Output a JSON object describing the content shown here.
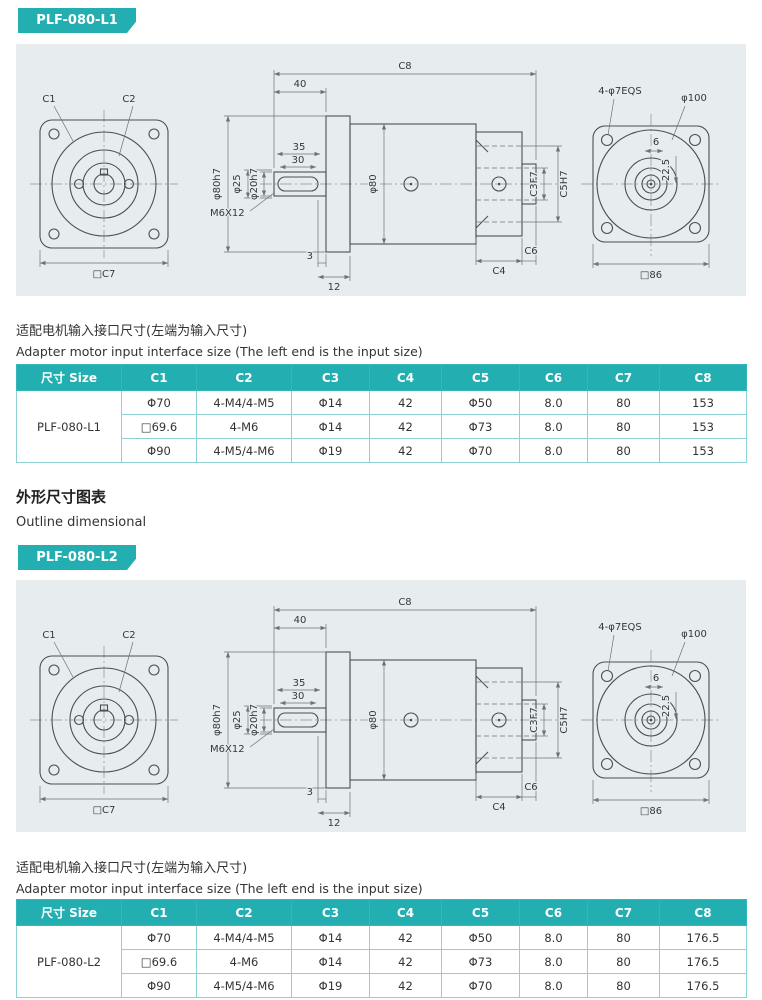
{
  "models": {
    "l1": "PLF-080-L1",
    "l2": "PLF-080-L2"
  },
  "captions": {
    "adapter_zh": "适配电机输入接口尺寸(左端为输入尺寸)",
    "adapter_en": "Adapter motor input interface size (The left end is the input size)"
  },
  "section": {
    "outline_zh": "外形尺寸图表",
    "outline_en": "Outline dimensional"
  },
  "table_headers": [
    "尺寸 Size",
    "C1",
    "C2",
    "C3",
    "C4",
    "C5",
    "C6",
    "C7",
    "C8"
  ],
  "table1": {
    "model": "PLF-080-L1",
    "rows": [
      [
        "Φ70",
        "4-M4/4-M5",
        "Φ14",
        "42",
        "Φ50",
        "8.0",
        "80",
        "153"
      ],
      [
        "□69.6",
        "4-M6",
        "Φ14",
        "42",
        "Φ73",
        "8.0",
        "80",
        "153"
      ],
      [
        "Φ90",
        "4-M5/4-M6",
        "Φ19",
        "42",
        "Φ70",
        "8.0",
        "80",
        "153"
      ]
    ]
  },
  "table2": {
    "model": "PLF-080-L2",
    "rows": [
      [
        "Φ70",
        "4-M4/4-M5",
        "Φ14",
        "42",
        "Φ50",
        "8.0",
        "80",
        "176.5"
      ],
      [
        "□69.6",
        "4-M6",
        "Φ14",
        "42",
        "Φ73",
        "8.0",
        "80",
        "176.5"
      ],
      [
        "Φ90",
        "4-M5/4-M6",
        "Φ19",
        "42",
        "Φ70",
        "8.0",
        "80",
        "176.5"
      ]
    ]
  },
  "drawing": {
    "labels": {
      "c1": "C1",
      "c2": "C2",
      "c7": "□C7",
      "c8": "C8",
      "len40": "40",
      "len35": "35",
      "len30": "30",
      "d80h7": "φ80h7",
      "d25": "φ25",
      "d20h7": "φ20h7",
      "m6x12": "M6X12",
      "d80": "φ80",
      "c3f7": "C3F7",
      "c5h7": "C5H7",
      "n3": "3",
      "n12": "12",
      "c4": "C4",
      "c6": "C6",
      "eqs": "4-φ7EQS",
      "d100": "φ100",
      "n6": "6",
      "n225": "22.5",
      "sq86": "□86"
    }
  }
}
